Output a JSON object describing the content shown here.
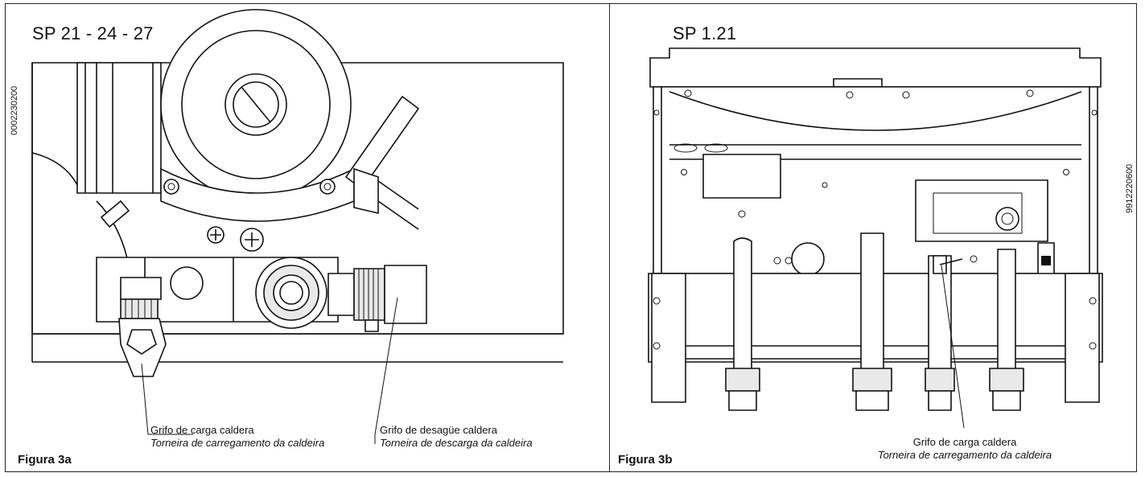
{
  "panel_a": {
    "title": "SP 21 - 24 - 27",
    "code": "0002230200",
    "figure_label": "Figura 3a",
    "callout_fill": {
      "line1": "Grifo de carga caldera",
      "line2": "Torneira de carregamento da caldeira"
    },
    "callout_drain": {
      "line1": "Grifo de desagüe caldera",
      "line2": "Torneira de descarga da caldeira"
    }
  },
  "panel_b": {
    "title": "SP 1.21",
    "code": "9912220600",
    "figure_label": "Figura 3b",
    "callout_fill": {
      "line1": "Grifo de carga caldera",
      "line2": "Torneira de carregamento da caldeira"
    }
  }
}
